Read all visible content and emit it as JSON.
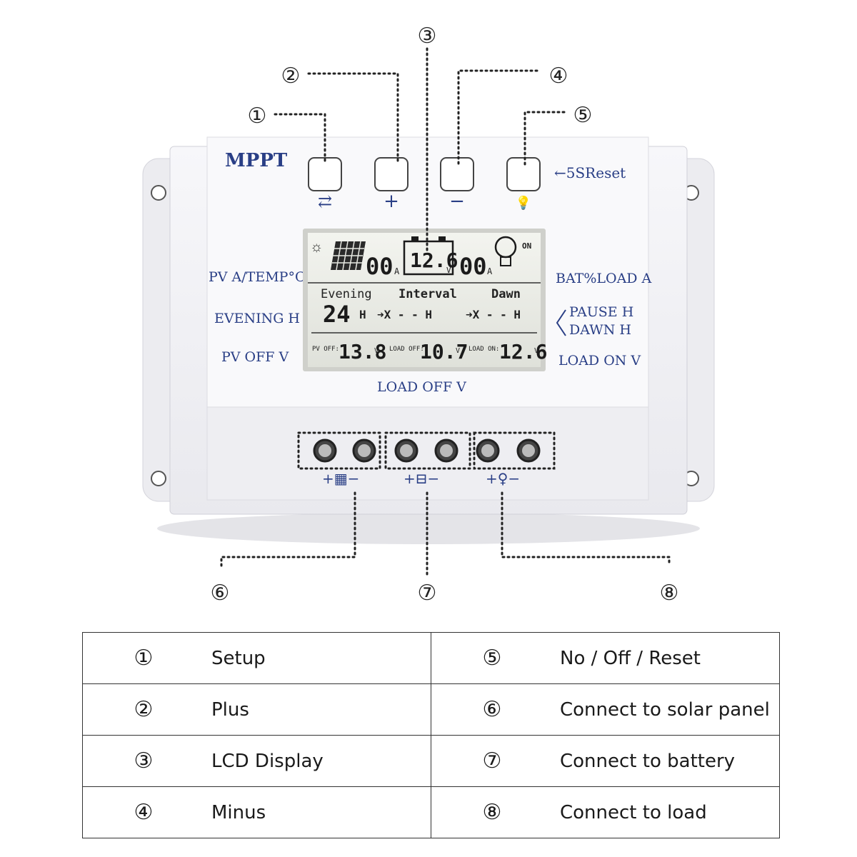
{
  "callouts": [
    "①",
    "②",
    "③",
    "④",
    "⑤",
    "⑥",
    "⑦",
    "⑧"
  ],
  "panel": {
    "brand": "MPPT",
    "reset_hint": "←5SReset",
    "button_symbols": [
      "⇄",
      "+",
      "−",
      "💡"
    ],
    "left_labels": [
      "PV A/TEMP°C",
      "EVENING H",
      "PV OFF V"
    ],
    "right_labels": [
      "BAT%LOAD A",
      "PAUSE H",
      "DAWN H",
      "LOAD ON V"
    ],
    "bottom_label": "LOAD OFF V",
    "terminal_symbols": [
      "+▦−",
      "+⊟−",
      "+♀−"
    ]
  },
  "lcd": {
    "pv_current": "00",
    "battery_voltage": "12.6",
    "load_current": "00",
    "on_label": "ON",
    "unit_a": "A",
    "unit_v": "V",
    "headers": [
      "Evening",
      "Interval",
      "Dawn"
    ],
    "evening_hours": "24",
    "h_label": "H",
    "interval": "➜X - - H",
    "dawn": "➜X - - H",
    "pv_off_label": "PV OFF:",
    "pv_off": "13.8",
    "load_off_label": "LOAD OFF:",
    "load_off": "10.7",
    "load_on_label": "LOAD ON:",
    "load_on": "12.6"
  },
  "legend": {
    "rows": [
      {
        "left_num": "①",
        "left_text": "Setup",
        "right_num": "⑤",
        "right_text": "No / Off / Reset"
      },
      {
        "left_num": "②",
        "left_text": "Plus",
        "right_num": "⑥",
        "right_text": "Connect to solar panel"
      },
      {
        "left_num": "③",
        "left_text": "LCD Display",
        "right_num": "⑦",
        "right_text": "Connect to battery"
      },
      {
        "left_num": "④",
        "left_text": "Minus",
        "right_num": "⑧",
        "right_text": "Connect to load"
      }
    ]
  }
}
